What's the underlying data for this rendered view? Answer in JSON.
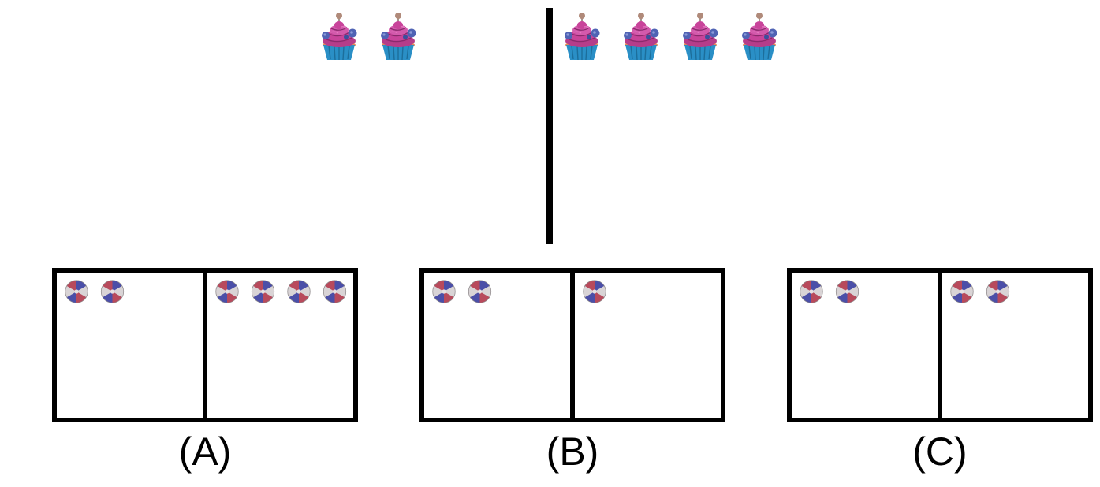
{
  "colors": {
    "ink": "#000000",
    "background": "#ffffff",
    "cupcake_frosting": "#c8449a",
    "cupcake_frosting_dark": "#8a2a6c",
    "cupcake_frosting_light": "#e57ac0",
    "cupcake_liner": "#2a8fc6",
    "cupcake_liner_dark": "#1c6e9b",
    "cupcake_cake": "#e48a57",
    "cupcake_berry": "#4f63b4",
    "cupcake_topper": "#b08a7a",
    "ball_base": "#c9c4c6",
    "ball_red": "#b84a5c",
    "ball_blue": "#4b4fa8"
  },
  "icons": {
    "top_item": "cupcake-icon",
    "option_item": "beach-ball-icon"
  },
  "top_sample": {
    "left_count": 2,
    "right_count": 4
  },
  "options": [
    {
      "label": "(A)",
      "left_count": 2,
      "right_count": 4
    },
    {
      "label": "(B)",
      "left_count": 2,
      "right_count": 1
    },
    {
      "label": "(C)",
      "left_count": 2,
      "right_count": 2
    }
  ]
}
